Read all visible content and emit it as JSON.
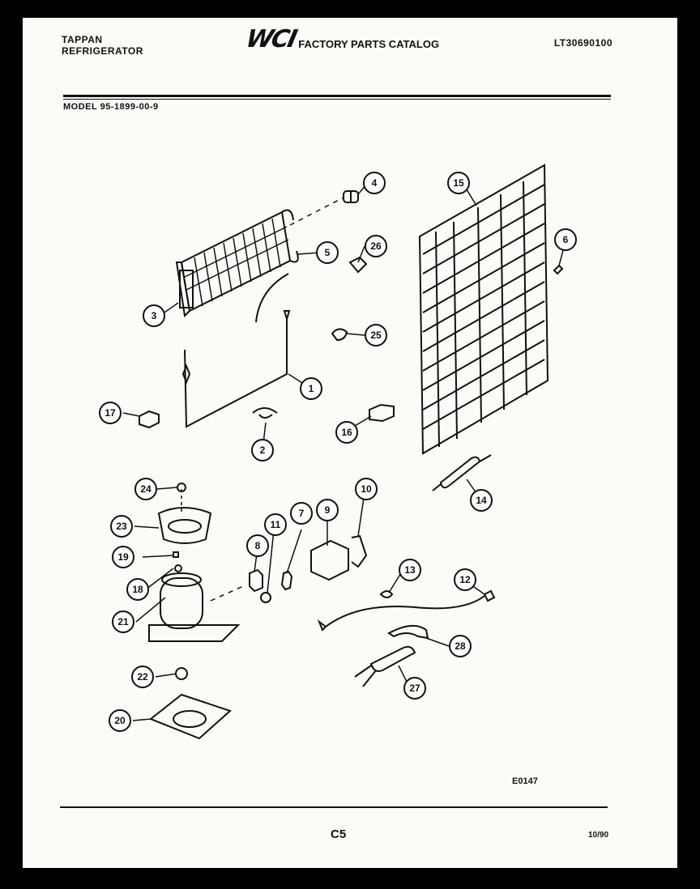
{
  "header": {
    "brand_line1": "TAPPAN",
    "brand_line2": "REFRIGERATOR",
    "logo": "WCI",
    "catalog_title": "FACTORY PARTS CATALOG",
    "catalog_number": "LT30690100",
    "model": "MODEL 95-1899-00-9"
  },
  "footer": {
    "reference": "E0147",
    "page": "C5",
    "date": "10/90"
  },
  "callouts": [
    "1",
    "2",
    "3",
    "4",
    "5",
    "6",
    "7",
    "8",
    "9",
    "10",
    "11",
    "12",
    "13",
    "14",
    "15",
    "16",
    "17",
    "18",
    "19",
    "20",
    "21",
    "22",
    "23",
    "24",
    "25",
    "26",
    "27",
    "28"
  ]
}
